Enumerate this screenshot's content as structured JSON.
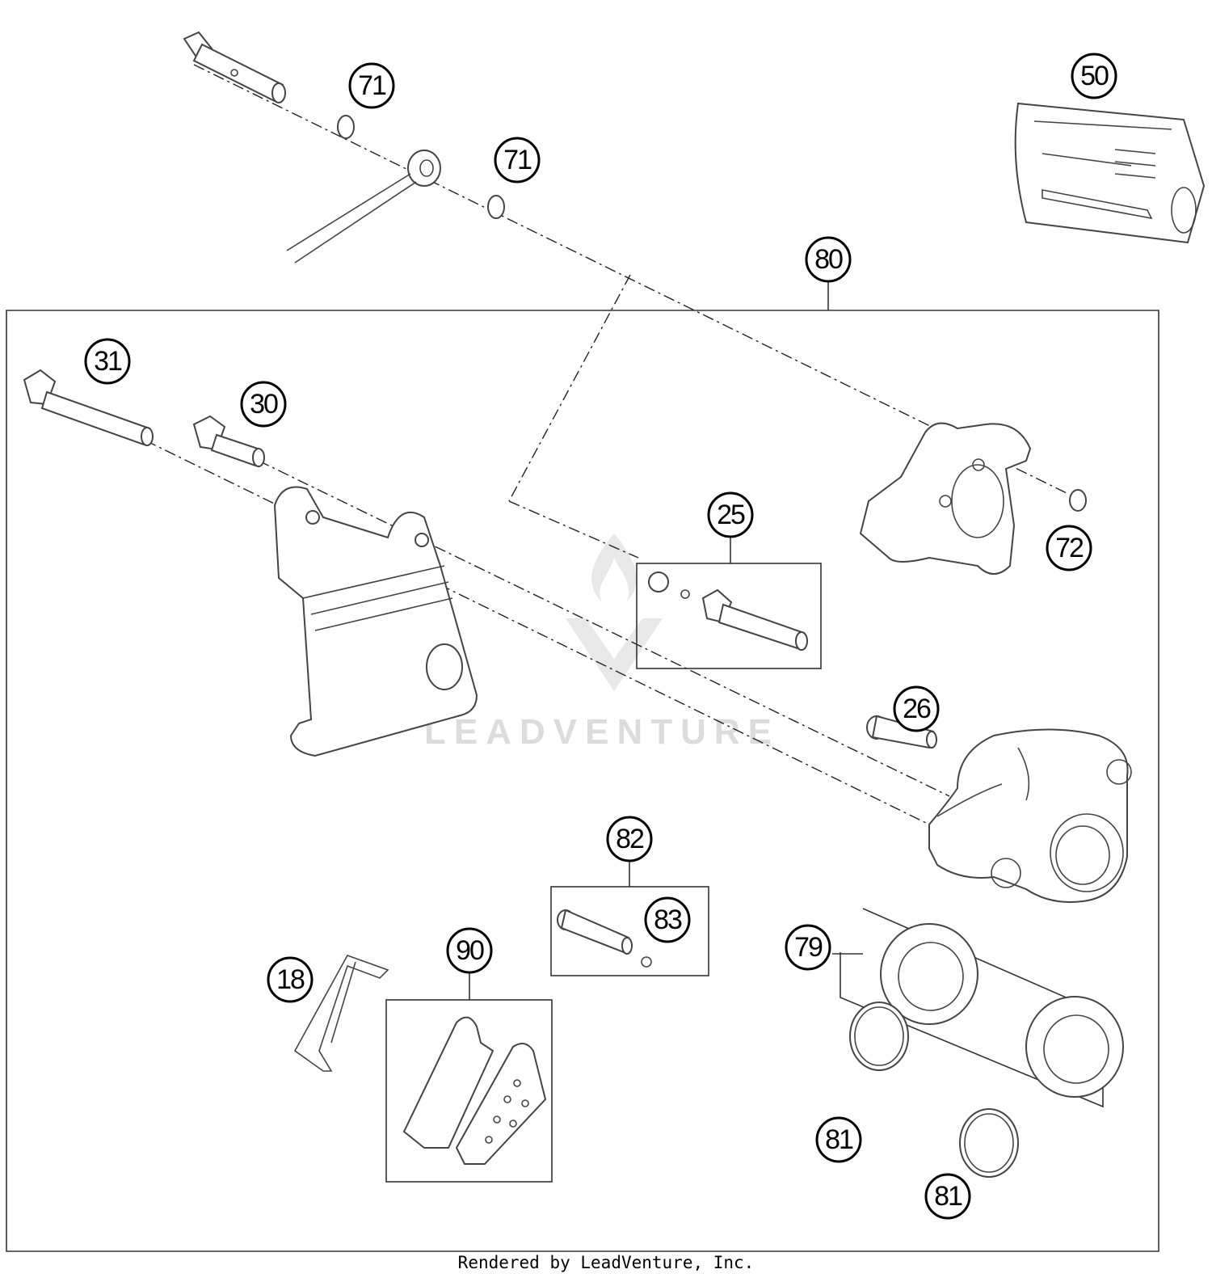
{
  "callouts": [
    {
      "id": "c71a",
      "label": "71"
    },
    {
      "id": "c71b",
      "label": "71"
    },
    {
      "id": "c50",
      "label": "50"
    },
    {
      "id": "c80",
      "label": "80"
    },
    {
      "id": "c31",
      "label": "31"
    },
    {
      "id": "c30",
      "label": "30"
    },
    {
      "id": "c25",
      "label": "25"
    },
    {
      "id": "c72",
      "label": "72"
    },
    {
      "id": "c26",
      "label": "26"
    },
    {
      "id": "c82",
      "label": "82"
    },
    {
      "id": "c83",
      "label": "83"
    },
    {
      "id": "c79",
      "label": "79"
    },
    {
      "id": "c90",
      "label": "90"
    },
    {
      "id": "c18",
      "label": "18"
    },
    {
      "id": "c81a",
      "label": "81"
    },
    {
      "id": "c81b",
      "label": "81"
    }
  ],
  "watermark": {
    "text": "LEADVENTURE"
  },
  "footer": {
    "text": "Rendered by LeadVenture, Inc."
  }
}
